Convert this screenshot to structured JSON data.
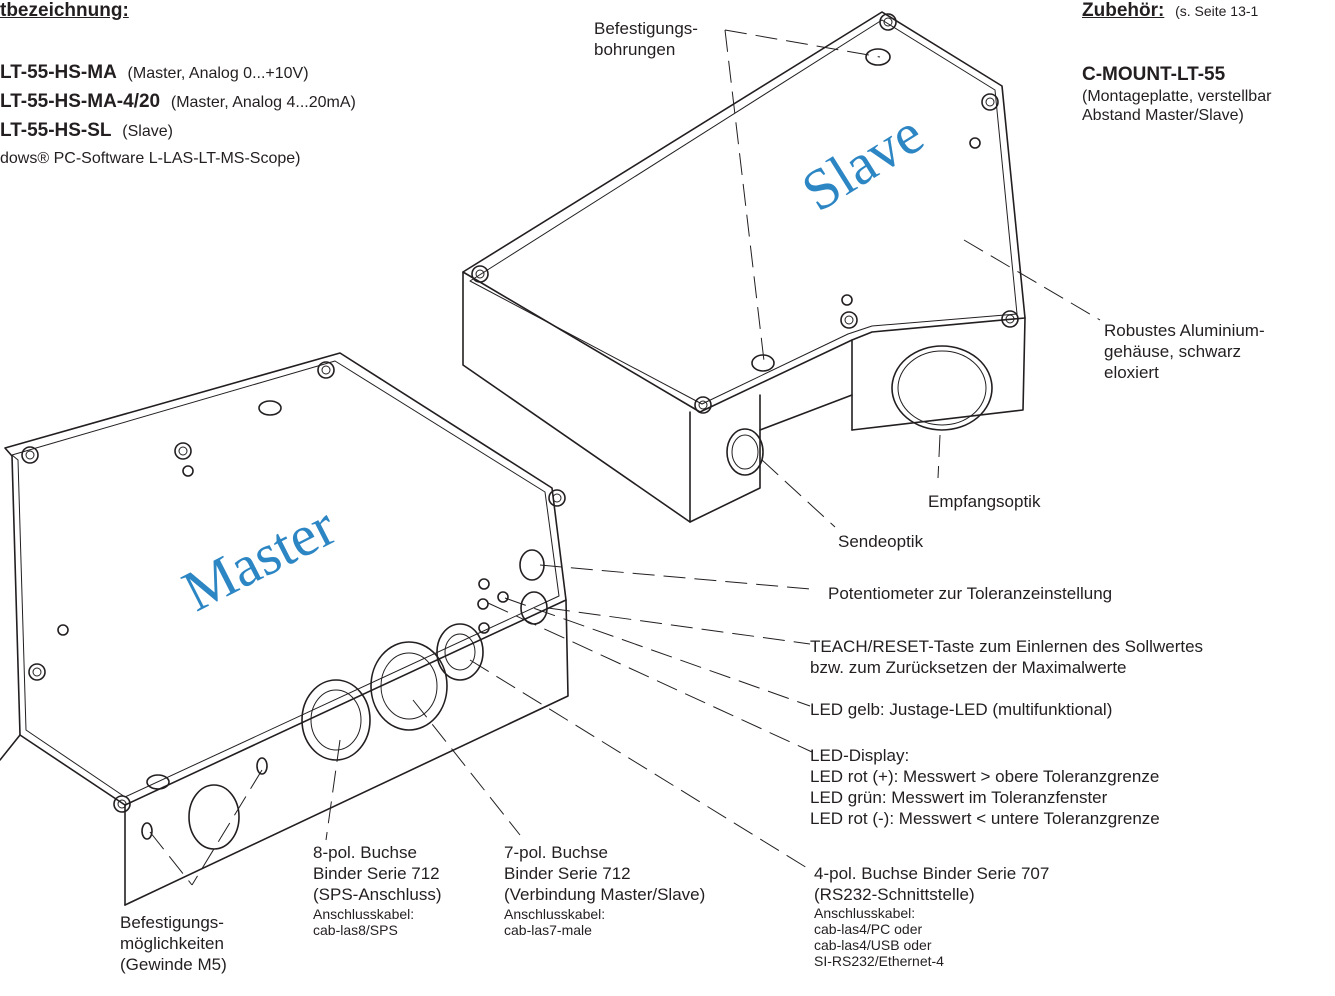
{
  "header": {
    "left_heading": "tbezeichnung:",
    "right_heading": "Zubehör:",
    "right_heading_note": "(s. Seite 13-1"
  },
  "product_variants": [
    {
      "code": "LT-55-HS-MA",
      "note": "(Master, Analog 0...+10V)"
    },
    {
      "code": "LT-55-HS-MA-4/20",
      "note": "(Master, Analog 4...20mA)"
    },
    {
      "code": "LT-55-HS-SL",
      "note": "(Slave)"
    }
  ],
  "software_line": "dows® PC-Software L-LAS-LT-MS-Scope)",
  "accessory": {
    "code": "C-MOUNT-LT-55",
    "line1": "(Montageplatte, verstellbar",
    "line2": "Abstand Master/Slave)"
  },
  "labels": {
    "slave_brand": "Slave",
    "master_brand": "Master",
    "befestigungsbohrungen_1": "Befestigungs-",
    "befestigungsbohrungen_2": "bohrungen",
    "gehaeuse_1": "Robustes Aluminium-",
    "gehaeuse_2": "gehäuse, schwarz",
    "gehaeuse_3": "eloxiert",
    "empfangsoptik": "Empfangsoptik",
    "sendeoptik": "Sendeoptik",
    "potentiometer": "Potentiometer zur Toleranzeinstellung",
    "teach_1": "TEACH/RESET-Taste zum Einlernen des Sollwertes",
    "teach_2": "bzw. zum Zurücksetzen der Maximalwerte",
    "led_gelb": "LED gelb: Justage-LED (multifunktional)",
    "led_display": "LED-Display:",
    "led_rot_plus": "LED rot (+): Messwert > obere Toleranzgrenze",
    "led_gruen": "LED grün: Messwert im Toleranzfenster",
    "led_rot_minus": "LED rot (-): Messwert < untere Toleranzgrenze",
    "buchse4_1": "4-pol. Buchse Binder Serie 707",
    "buchse4_2": "(RS232-Schnittstelle)",
    "buchse4_3": "Anschlusskabel:",
    "buchse4_4": "cab-las4/PC oder",
    "buchse4_5": "cab-las4/USB oder",
    "buchse4_6": "SI-RS232/Ethernet-4",
    "buchse8_1": "8-pol.  Buchse",
    "buchse8_2": "Binder Serie 712",
    "buchse8_3": "(SPS-Anschluss)",
    "buchse8_4": "Anschlusskabel:",
    "buchse8_5": "cab-las8/SPS",
    "buchse7_1": "7-pol.  Buchse",
    "buchse7_2": "Binder Serie 712",
    "buchse7_3": "(Verbindung Master/Slave)",
    "buchse7_4": "Anschlusskabel:",
    "buchse7_5": "cab-las7-male",
    "befestigung_1": "Befestigungs-",
    "befestigung_2": "möglichkeiten",
    "befestigung_3": "(Gewinde  M5)"
  },
  "colors": {
    "brand_text": "#2d86c4",
    "line": "#231f20"
  }
}
